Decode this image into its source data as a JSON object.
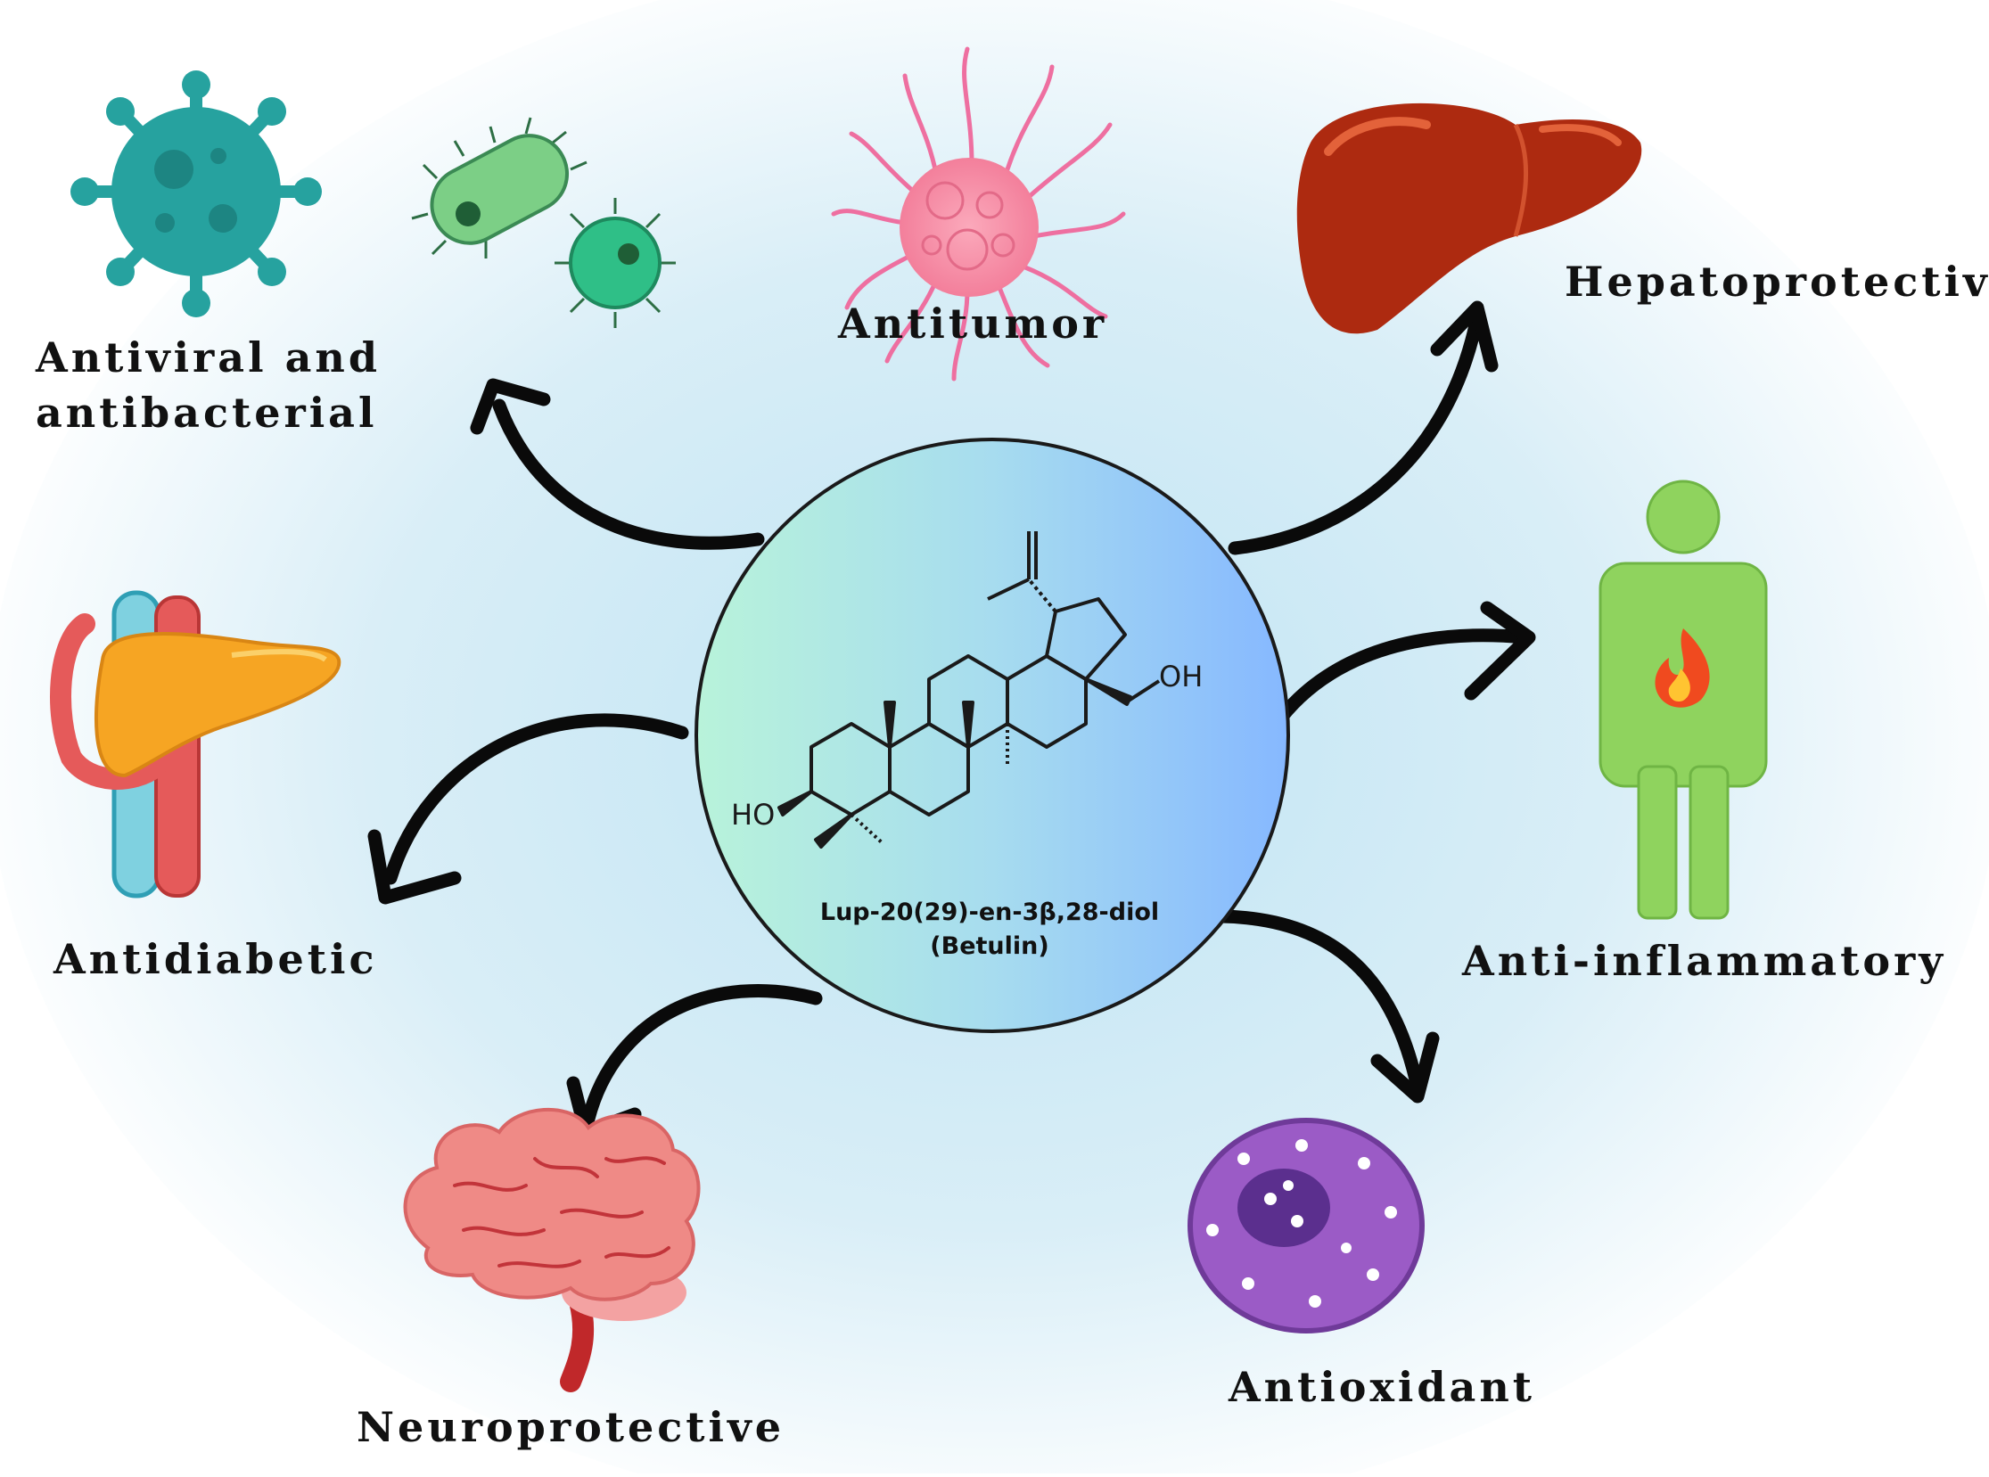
{
  "center": {
    "iupac_name": "Lup-20(29)-en-3β,28-diol",
    "common_name": "(Betulin)",
    "oh_top": "OH",
    "oh_bottom": "HO"
  },
  "activities": {
    "antiviral": {
      "line1": "Antiviral and",
      "line2": "antibacterial"
    },
    "antitumor": "Antitumor",
    "hepatoprotective": "Hepatoprotective",
    "antidiabetic": "Antidiabetic",
    "anti_inflammatory": "Anti-inflammatory",
    "neuroprotective": "Neuroprotective",
    "antioxidant": "Antioxidant"
  },
  "colors": {
    "background_glow": "#cfe9f4",
    "circle_left": "#b7f2dc",
    "circle_right": "#8ebcff",
    "arrow": "#0a0a0a",
    "virus": "#26a29f",
    "bacteria": "#5cc77e",
    "tumor": "#f58fa8",
    "liver": "#b52a12",
    "pancreas": "#f6a523",
    "human": "#8fd35e",
    "brain": "#ef8a86",
    "cell": "#9b5bc6"
  }
}
